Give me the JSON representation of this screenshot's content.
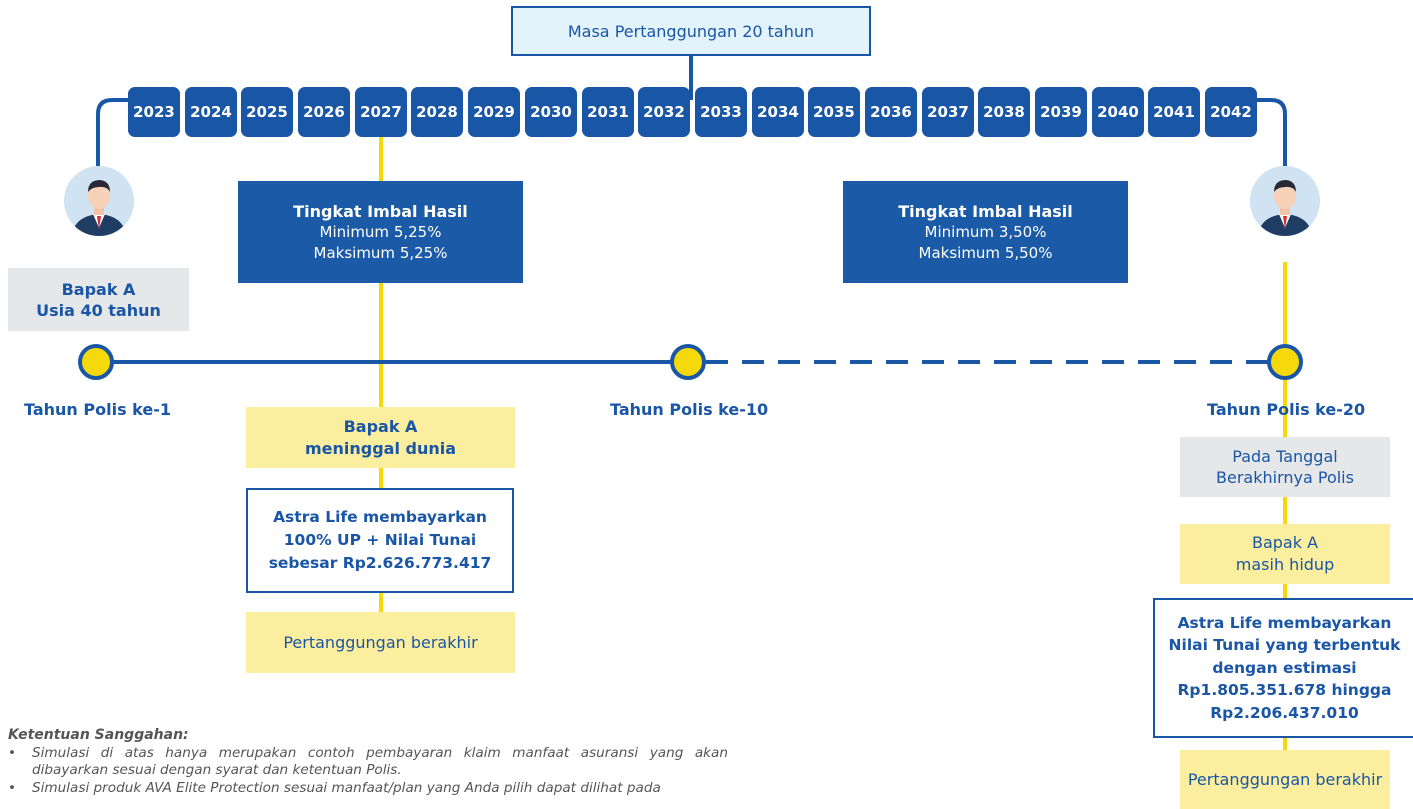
{
  "header": {
    "title": "Masa Pertanggungan 20 tahun"
  },
  "years": [
    "2023",
    "2024",
    "2025",
    "2026",
    "2027",
    "2028",
    "2029",
    "2030",
    "2031",
    "2032",
    "2033",
    "2034",
    "2035",
    "2036",
    "2037",
    "2038",
    "2039",
    "2040",
    "2041",
    "2042"
  ],
  "person_left": {
    "line1": "Bapak A",
    "line2": "Usia 40 tahun"
  },
  "returns": [
    {
      "title": "Tingkat Imbal Hasil",
      "min": "Minimum 5,25%",
      "max": "Maksimum 5,25%"
    },
    {
      "title": "Tingkat Imbal Hasil",
      "min": "Minimum 3,50%",
      "max": "Maksimum 5,50%"
    }
  ],
  "milestones": {
    "m1": "Tahun Polis ke-1",
    "m10": "Tahun Polis ke-10",
    "m20": "Tahun Polis ke-20"
  },
  "death_scenario": {
    "event_line1": "Bapak A",
    "event_line2": "meninggal dunia",
    "pay_line1": "Astra Life membayarkan",
    "pay_line2": "100% UP + Nilai Tunai",
    "pay_line3": "sebesar Rp2.626.773.417",
    "end": "Pertanggungan berakhir"
  },
  "maturity_scenario": {
    "date_line1": "Pada Tanggal",
    "date_line2": "Berakhirnya Polis",
    "event_line1": "Bapak A",
    "event_line2": "masih hidup",
    "pay_line1": "Astra Life membayarkan",
    "pay_line2": "Nilai Tunai yang terbentuk",
    "pay_line3": "dengan estimasi",
    "pay_line4": "Rp1.805.351.678 hingga",
    "pay_line5": "Rp2.206.437.010",
    "end": "Pertanggungan berakhir"
  },
  "disclaimer": {
    "title": "Ketentuan Sanggahan:",
    "bullet": "•",
    "item1": "Simulasi di atas hanya merupakan contoh pembayaran klaim manfaat asuransi yang akan dibayarkan sesuai dengan syarat dan ketentuan Polis.",
    "item2": "Simulasi produk AVA Elite Protection sesuai manfaat/plan yang Anda pilih dapat dilihat pada"
  },
  "colors": {
    "blue": "#1a56a6",
    "yellow": "#f5d90a",
    "light_yellow": "#fbee9e",
    "grey": "#e6e7e8",
    "light_blue": "#e3f3fb"
  },
  "icons": {
    "avatar": "businessman-avatar-icon",
    "milestone": "milestone-dot-icon"
  }
}
